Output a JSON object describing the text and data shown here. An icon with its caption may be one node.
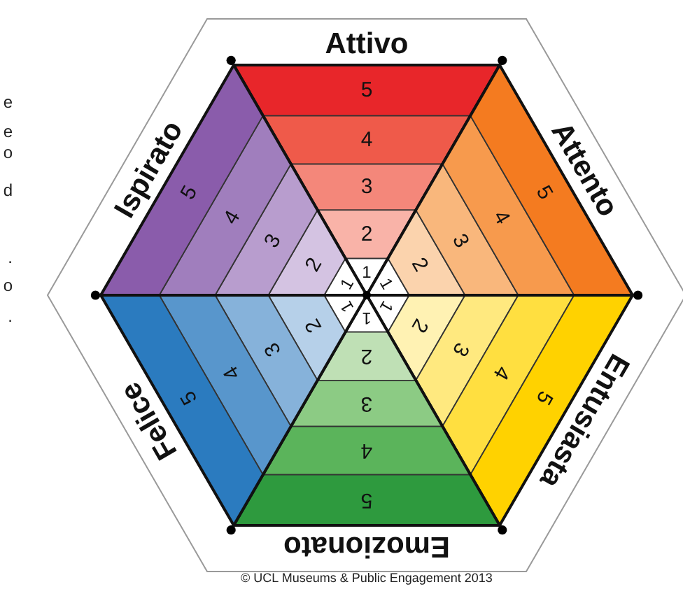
{
  "diagram": {
    "nodes": [
      {
        "text": [
          "Attivo"
        ]
      },
      {
        "text": [
          "1"
        ],
        "in": 0
      },
      {
        "text": [
          "2"
        ],
        "in": 0
      },
      {
        "text": [
          "3"
        ],
        "in": 0
      },
      {
        "text": [
          "4"
        ],
        "in": 0
      },
      {
        "text": [
          "5"
        ],
        "in": 0
      },
      {
        "text": [
          "Attento"
        ]
      },
      {
        "text": [
          "1"
        ],
        "in": 6
      },
      {
        "text": [
          "2"
        ],
        "in": 6
      },
      {
        "text": [
          "3"
        ],
        "in": 6
      },
      {
        "text": [
          "4"
        ],
        "in": 6
      },
      {
        "text": [
          "5"
        ],
        "in": 6
      },
      {
        "text": [
          "Entusiasta"
        ]
      },
      {
        "text": [
          "1"
        ],
        "in": 12
      },
      {
        "text": [
          "2"
        ],
        "in": 12
      },
      {
        "text": [
          "3"
        ],
        "in": 12
      },
      {
        "text": [
          "4"
        ],
        "in": 12
      },
      {
        "text": [
          "5"
        ],
        "in": 12
      },
      {
        "text": [
          "Emozionato"
        ]
      },
      {
        "text": [
          "1"
        ],
        "in": 18
      },
      {
        "text": [
          "2"
        ],
        "in": 18
      },
      {
        "text": [
          "3"
        ],
        "in": 18
      },
      {
        "text": [
          "4"
        ],
        "in": 18
      },
      {
        "text": [
          "5"
        ],
        "in": 18
      },
      {
        "text": [
          "Felice"
        ]
      },
      {
        "text": [
          "1"
        ],
        "in": 24
      },
      {
        "text": [
          "2"
        ],
        "in": 24
      },
      {
        "text": [
          "3"
        ],
        "in": 24
      },
      {
        "text": [
          "4"
        ],
        "in": 24
      },
      {
        "text": [
          "5"
        ],
        "in": 24
      },
      {
        "text": [
          "Ispirato"
        ]
      },
      {
        "text": [
          "1"
        ],
        "in": 30
      },
      {
        "text": [
          "2"
        ],
        "in": 30
      },
      {
        "text": [
          "3"
        ],
        "in": 30
      },
      {
        "text": [
          "4"
        ],
        "in": 30
      },
      {
        "text": [
          "5"
        ],
        "in": 30
      }
    ],
    "labels": [
      "e",
      "e",
      "o",
      "d",
      ".",
      "o",
      ".",
      "© UCL Museums & Public Engagement 2013"
    ]
  }
}
